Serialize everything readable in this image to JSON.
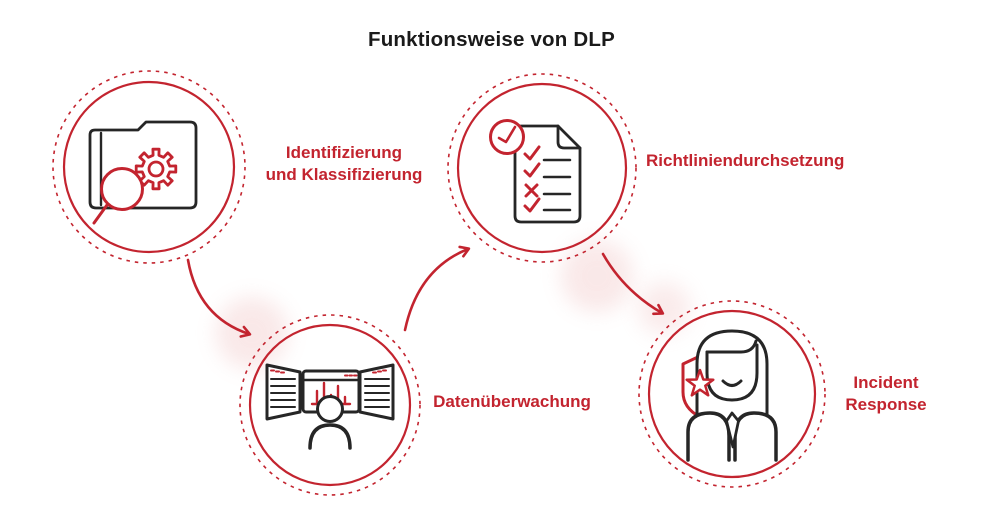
{
  "title": "Funktionsweise von DLP",
  "colors": {
    "accent": "#c3242f",
    "ink": "#262626",
    "title-ink": "#1a1a1a",
    "glow": "#f3cdcd",
    "bg": "#ffffff"
  },
  "steps": [
    {
      "id": "identifizierung",
      "label": "Identifizierung\nund Klassifizierung",
      "icon": "folder-magnifier-gear-icon"
    },
    {
      "id": "datenueberwachung",
      "label": "Datenüberwachung",
      "icon": "monitors-analyst-icon"
    },
    {
      "id": "richtliniendurchsetzung",
      "label": "Richtliniendurchsetzung",
      "icon": "checklist-clock-icon"
    },
    {
      "id": "incident-response",
      "label": "Incident\nResponse",
      "icon": "analyst-shield-star-icon"
    }
  ],
  "flow": [
    {
      "from": "Identifizierung und Klassifizierung",
      "to": "Datenüberwachung"
    },
    {
      "from": "Datenüberwachung",
      "to": "Richtliniendurchsetzung"
    },
    {
      "from": "Richtliniendurchsetzung",
      "to": "Incident Response"
    }
  ]
}
